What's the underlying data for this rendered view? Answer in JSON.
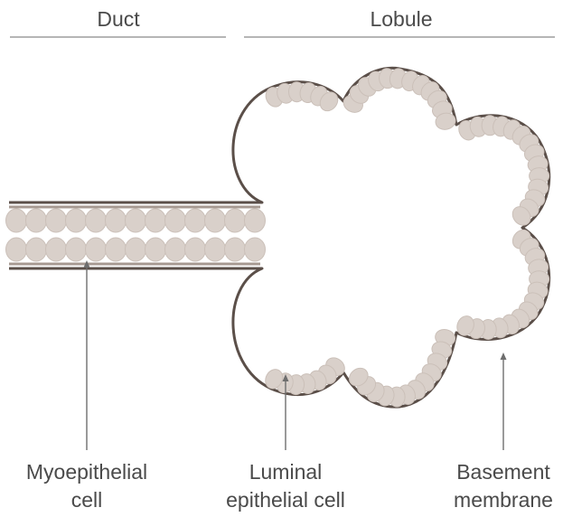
{
  "headers": {
    "duct": "Duct",
    "lobule": "Lobule"
  },
  "labels": {
    "myoepithelial_line1": "Myoepithelial",
    "myoepithelial_line2": "cell",
    "luminal_line1": "Luminal",
    "luminal_line2": "epithelial cell",
    "basement_line1": "Basement",
    "basement_line2": "membrane"
  },
  "colors": {
    "membrane": "#5b4f49",
    "cell_fill": "#d9d0ca",
    "cell_stroke": "#cbc0b9",
    "line": "#6e6e6e",
    "text": "#4a4a4a",
    "background": "#ffffff"
  }
}
